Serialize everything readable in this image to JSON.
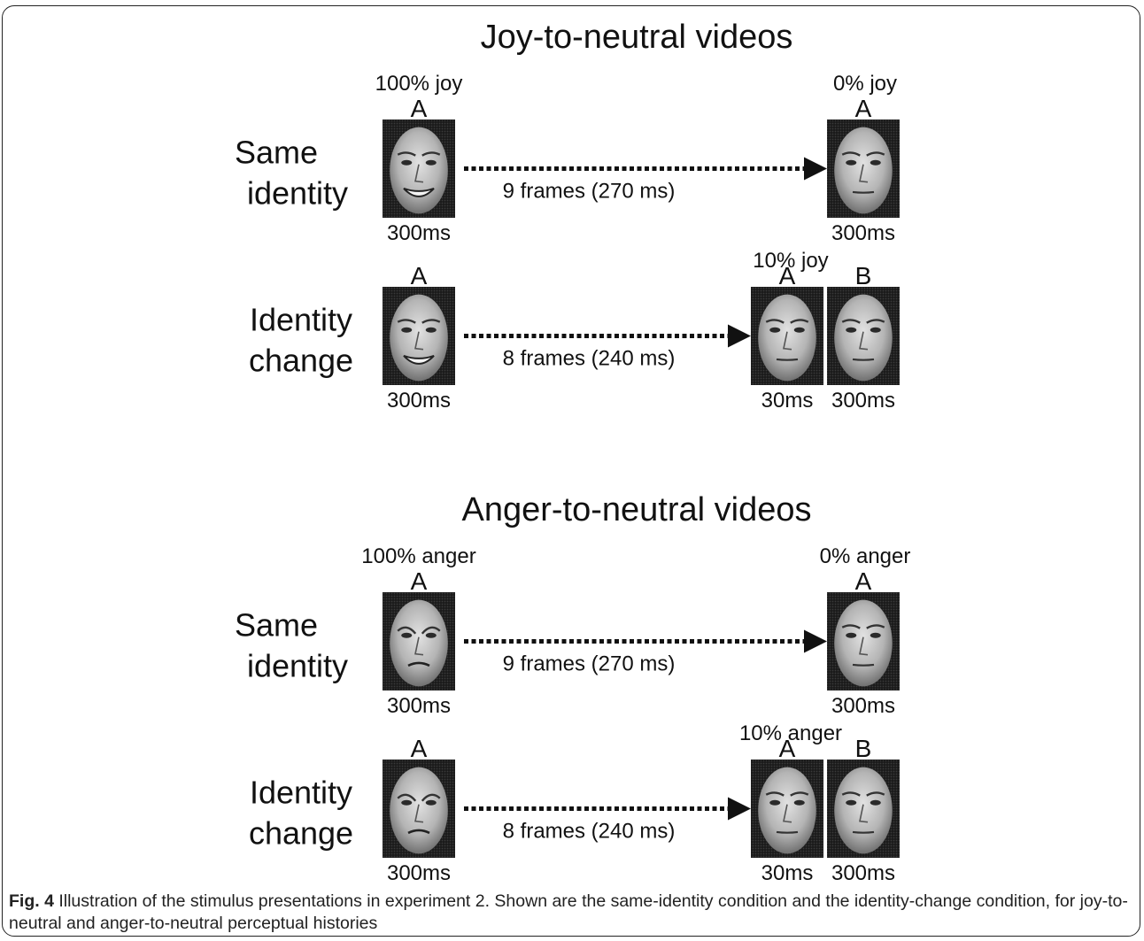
{
  "figure": {
    "sections": [
      {
        "title": "Joy-to-neutral videos",
        "rows": [
          {
            "row_label": [
              "Same",
              "identity"
            ],
            "start": {
              "pct": "100% joy",
              "letter": "A",
              "expression": "joy",
              "duration": "300ms"
            },
            "arrow_label": "9 frames (270 ms)",
            "end_faces": [
              {
                "pct": "0% joy",
                "letter": "A",
                "expression": "neutral",
                "duration": "300ms"
              }
            ]
          },
          {
            "row_label": [
              "Identity",
              "change"
            ],
            "start": {
              "pct": "",
              "letter": "A",
              "expression": "joy",
              "duration": "300ms"
            },
            "arrow_label": "8 frames (240 ms)",
            "end_faces": [
              {
                "pct": "10% joy",
                "letter": "A",
                "expression": "neutral",
                "duration": "30ms"
              },
              {
                "pct": "",
                "letter": "B",
                "expression": "neutral-b",
                "duration": "300ms"
              }
            ]
          }
        ]
      },
      {
        "title": "Anger-to-neutral videos",
        "rows": [
          {
            "row_label": [
              "Same",
              "identity"
            ],
            "start": {
              "pct": "100% anger",
              "letter": "A",
              "expression": "anger",
              "duration": "300ms"
            },
            "arrow_label": "9 frames (270 ms)",
            "end_faces": [
              {
                "pct": "0% anger",
                "letter": "A",
                "expression": "neutral",
                "duration": "300ms"
              }
            ]
          },
          {
            "row_label": [
              "Identity",
              "change"
            ],
            "start": {
              "pct": "",
              "letter": "A",
              "expression": "anger",
              "duration": "300ms"
            },
            "arrow_label": "8 frames (240 ms)",
            "end_faces": [
              {
                "pct": "10% anger",
                "letter": "A",
                "expression": "neutral",
                "duration": "30ms"
              },
              {
                "pct": "",
                "letter": "B",
                "expression": "neutral-b",
                "duration": "300ms"
              }
            ]
          }
        ]
      }
    ]
  },
  "caption": {
    "label": "Fig. 4",
    "text": "Illustration of the stimulus presentations in experiment 2. Shown are the same-identity condition and the identity-change condition, for joy-to-neutral and anger-to-neutral perceptual histories"
  }
}
